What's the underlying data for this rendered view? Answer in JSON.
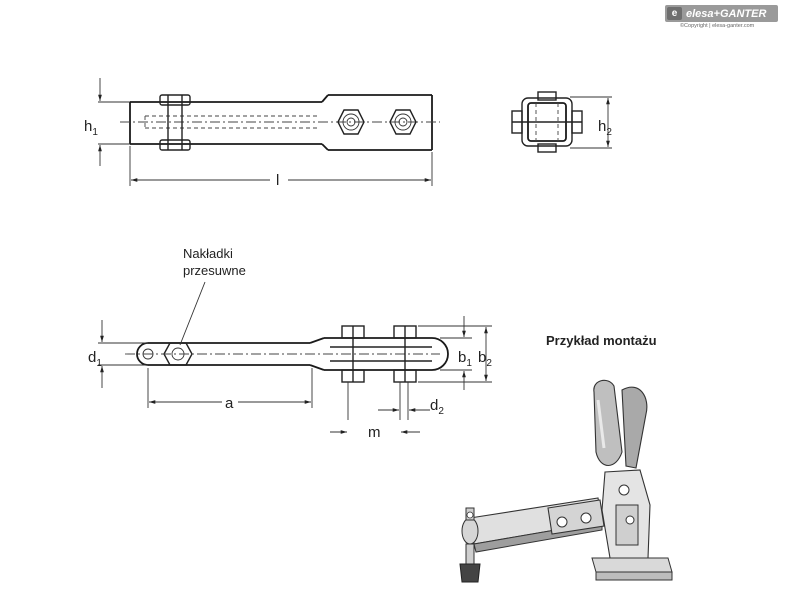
{
  "logo": {
    "text": "elesa+GANTER",
    "copyright": "©Copyright | elesa-ganter.com"
  },
  "dimensions": {
    "h1": {
      "main": "h",
      "sub": "1"
    },
    "h2": {
      "main": "h",
      "sub": "2"
    },
    "l": {
      "main": "l"
    },
    "d1": {
      "main": "d",
      "sub": "1"
    },
    "b1": {
      "main": "b",
      "sub": "1"
    },
    "b2": {
      "main": "b",
      "sub": "2"
    },
    "a": {
      "main": "a"
    },
    "d2": {
      "main": "d",
      "sub": "2"
    },
    "m": {
      "main": "m"
    }
  },
  "callout": {
    "line1": "Nakładki",
    "line2": "przesuwne"
  },
  "example": {
    "title": "Przykład montażu"
  }
}
